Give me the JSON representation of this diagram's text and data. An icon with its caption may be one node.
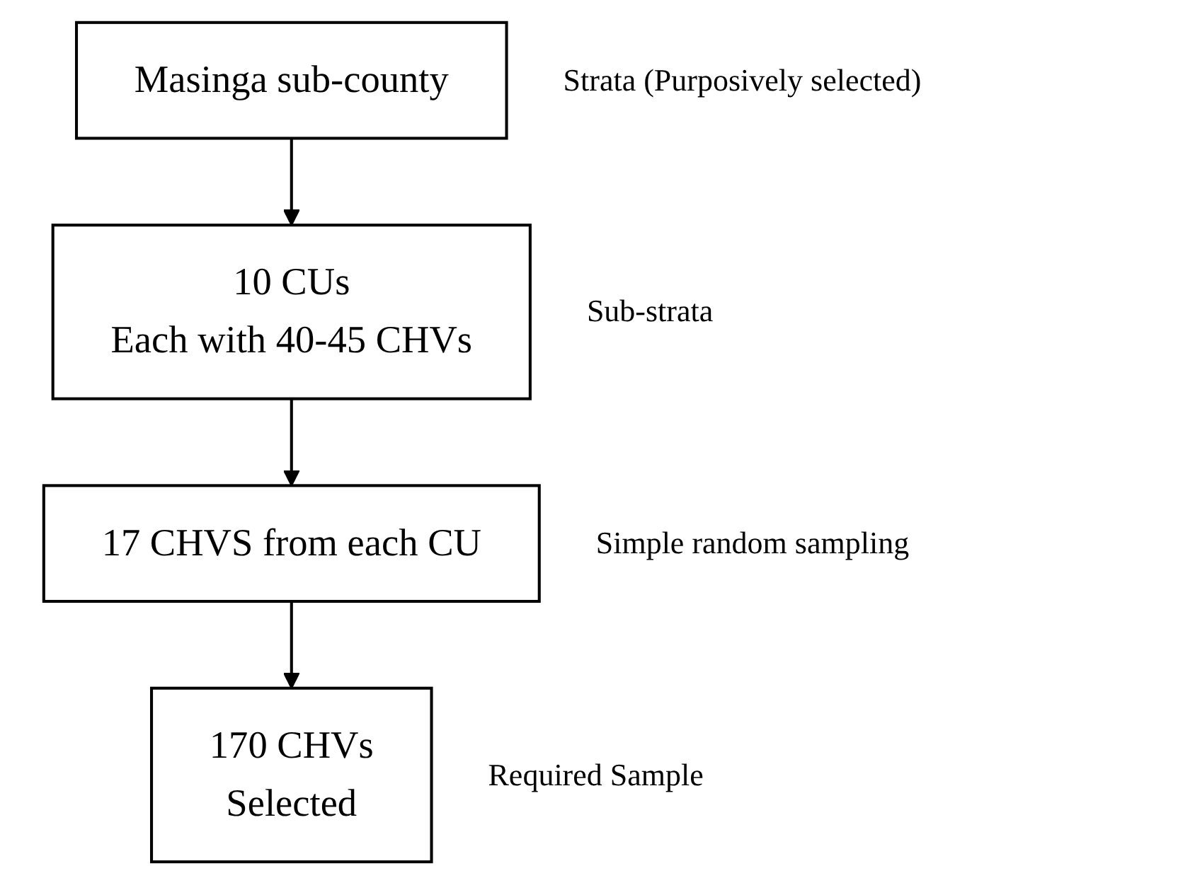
{
  "diagram": {
    "nodes": [
      {
        "text": [
          "Masinga sub-county"
        ],
        "beside": [
          "Strata (Purposively selected)"
        ]
      },
      {
        "text": [
          "10 CUs",
          "Each with 40-45 CHVs"
        ],
        "beside": [
          "Sub-strata"
        ]
      },
      {
        "text": [
          "17 CHVS from each CU"
        ],
        "beside": [
          "Simple random sampling"
        ]
      },
      {
        "text": [
          "170 CHVs",
          "Selected"
        ],
        "beside": [
          "Required Sample"
        ]
      }
    ],
    "edges": [
      {
        "from": 0,
        "to": 1,
        "arrow": "to"
      },
      {
        "from": 1,
        "to": 2,
        "arrow": "to"
      },
      {
        "from": 2,
        "to": 3,
        "arrow": "to"
      }
    ]
  }
}
